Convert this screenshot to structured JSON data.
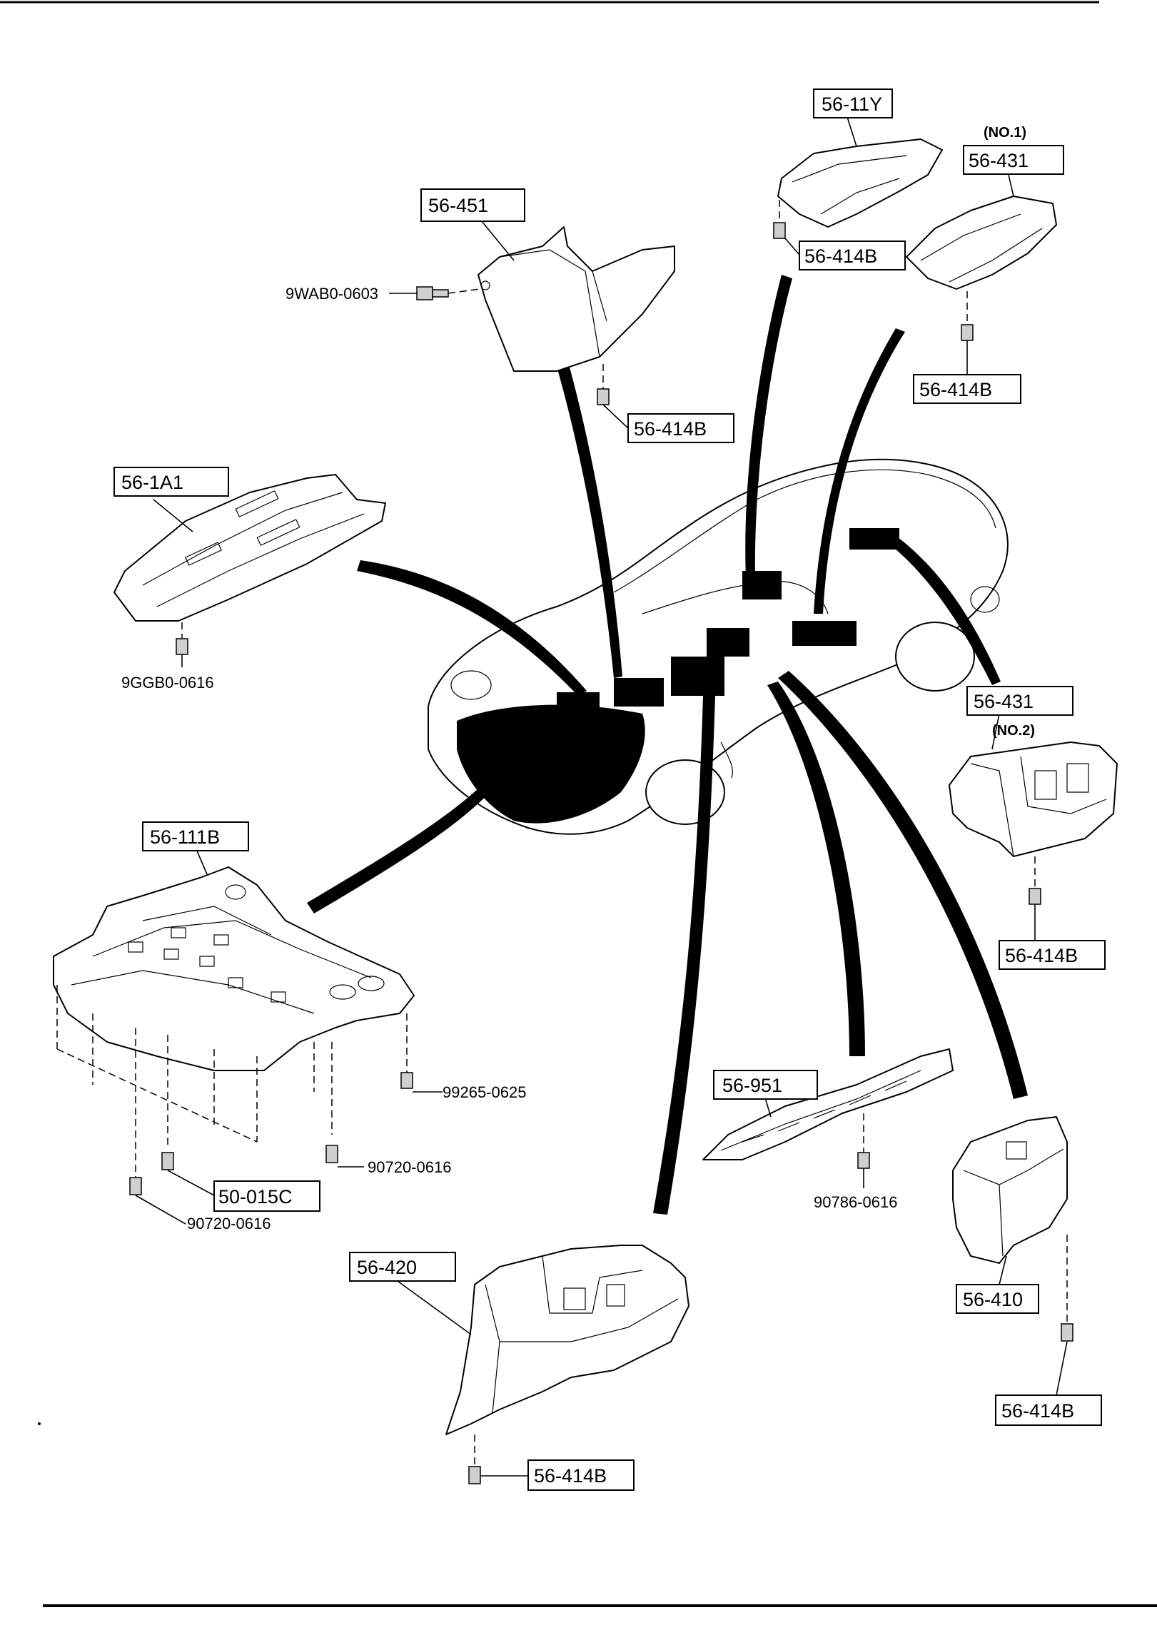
{
  "callouts": {
    "p56_11y": "56-11Y",
    "no1": "(NO.1)",
    "p56_431_a": "56-431",
    "p56_451": "56-451",
    "p56_414b_a": "56-414B",
    "p9wab0": "9WAB0-0603",
    "p56_414b_b": "56-414B",
    "p56_414b_c": "56-414B",
    "p56_1a1": "56-1A1",
    "p9ggb0": "9GGB0-0616",
    "p56_431_b": "56-431",
    "no2": "(NO.2)",
    "p56_414b_d": "56-414B",
    "p56_111b": "56-111B",
    "p99265": "99265-0625",
    "p90720_a": "90720-0616",
    "p50_015c": "50-015C",
    "p90720_b": "90720-0616",
    "p56_951": "56-951",
    "p90786": "90786-0616",
    "p56_420": "56-420",
    "p56_414b_e": "56-414B",
    "p56_410": "56-410",
    "p56_414b_f": "56-414B"
  }
}
